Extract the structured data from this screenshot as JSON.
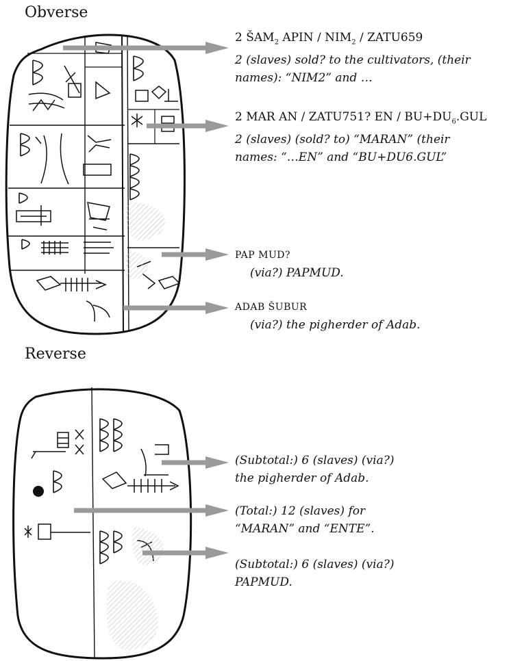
{
  "obverse_title": "Obverse",
  "reverse_title": "Reverse",
  "obverse": [
    {
      "translit_parts": [
        "2 ŠAM",
        "2",
        " APIN / NIM",
        "2",
        " / ZATU659"
      ],
      "translation_lines": [
        "2 (slaves) sold? to the cultivators, (their",
        "names): “NIM2” and …"
      ]
    },
    {
      "translit_parts": [
        "2 MAR AN / ZATU751? EN / BU+DU",
        "6",
        ".GUL"
      ],
      "translation_lines": [
        "2 (slaves) (sold? to) “MARAN” (their",
        "names: “…EN” and “BU+DU6.GUL”"
      ]
    },
    {
      "translit": "PAP   MUD?",
      "translation": "(via?) PAPMUD."
    },
    {
      "translit": "ADAB ŠUBUR",
      "translation": "(via?) the pigherder of Adab."
    }
  ],
  "reverse": [
    {
      "translation_lines": [
        "(Subtotal:) 6 (slaves) (via?)",
        "the pigherder of Adab."
      ]
    },
    {
      "translation_lines": [
        "(Total:) 12 (slaves) for",
        "“MARAN” and “ENTE”."
      ]
    },
    {
      "translation_lines": [
        "(Subtotal:) 6 (slaves) (via?)",
        "PAPMUD."
      ]
    }
  ],
  "colors": {
    "arrow": "#9a9a9a",
    "ink": "#111111",
    "hatch": "#c8c8c8"
  }
}
